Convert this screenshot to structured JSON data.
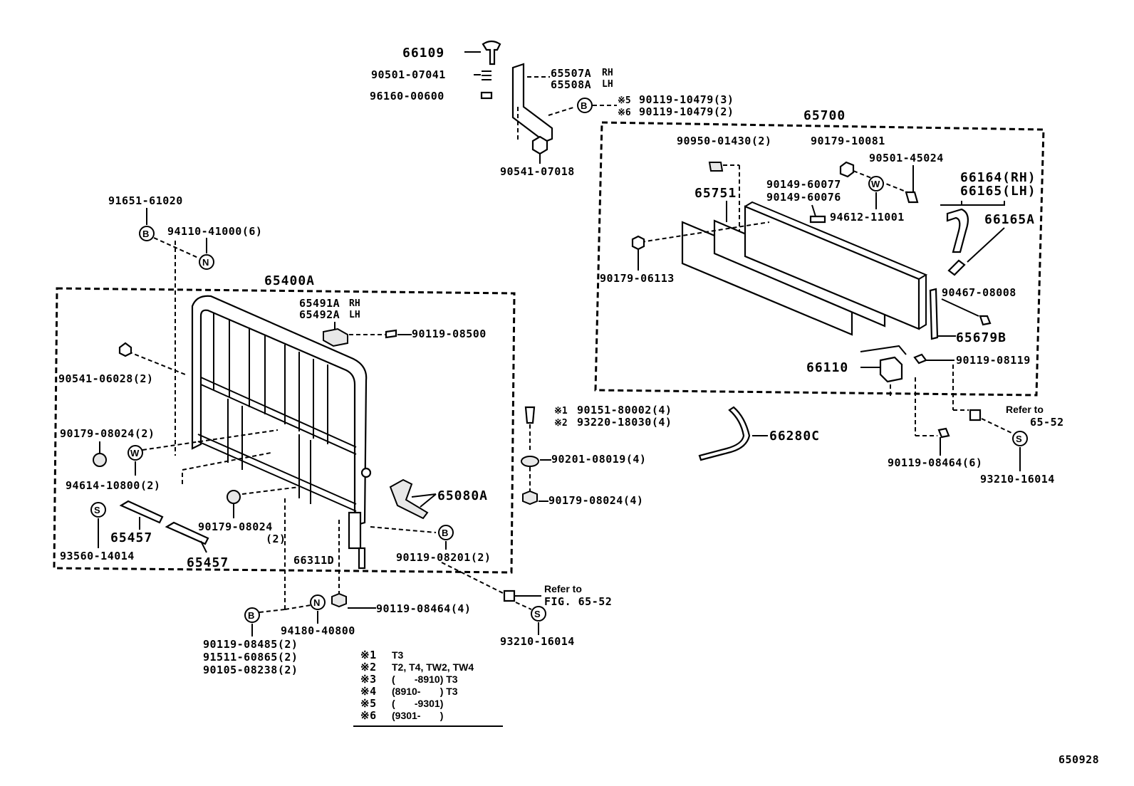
{
  "diagram_code": "650928",
  "top_assembly": {
    "p66109": "66109",
    "p90501_07041": "90501-07041",
    "p96160_00600": "96160-00600",
    "p65507": "65507A",
    "p65507_side": "RH",
    "p65508": "65508A",
    "p65508_side": "LH",
    "m5": "※5",
    "m6": "※6",
    "p90119_10479_a": "90119-10479(3)",
    "p90119_10479_b": "90119-10479(2)",
    "p90541_07018": "90541-07018",
    "sym_b": "B"
  },
  "tailgate": {
    "group": "65700",
    "p90950": "90950-01430(2)",
    "p90179_10081": "90179-10081",
    "p90501_45024": "90501-45024",
    "p65751": "65751",
    "p90149_60077": "90149-60077",
    "p90149_60076": "90149-60076",
    "p94612": "94612-11001",
    "p66164": "66164(RH)",
    "p66165": "66165(LH)",
    "p66165A": "66165A",
    "p90179_06113": "90179-06113",
    "p90467": "90467-08008",
    "p65679B": "65679B",
    "p66110": "66110",
    "p90119_08119": "90119-08119",
    "sym_w": "W",
    "refer": "Refer to",
    "refer_fig": "65-52",
    "p90119_08464_6": "90119-08464(6)",
    "p93210_16014": "93210-16014",
    "sym_s": "S"
  },
  "headboard": {
    "group": "65400A",
    "p91651": "91651-61020",
    "p94110": "94110-41000(6)",
    "sym_b": "B",
    "sym_n": "N",
    "p65491": "65491A",
    "p65491_side": "RH",
    "p65492": "65492A",
    "p65492_side": "LH",
    "p90119_08500": "90119-08500",
    "p90541_06028": "90541-06028(2)",
    "p90179_08024_2": "90179-08024(2)",
    "p94614": "94614-10800(2)",
    "sym_w": "W",
    "p90179_08024": "90179-08024",
    "p90179_08024_qty": "(2)",
    "p65457_a": "65457",
    "p65457_b": "65457",
    "p93560": "93560-14014",
    "sym_s": "S",
    "p65080A": "65080A",
    "p66311D": "66311D",
    "p90119_08201": "90119-08201(2)"
  },
  "middle": {
    "m1": "※1",
    "m2": "※2",
    "p90151": "90151-80002(4)",
    "p93220": "93220-18030(4)",
    "p90201": "90201-08019(4)",
    "p90179_08024_4": "90179-08024(4)",
    "p66280C": "66280C"
  },
  "bottom": {
    "p90119_08464_4": "90119-08464(4)",
    "refer": "Refer to",
    "refer_fig": "FIG. 65-52",
    "p93210_16014": "93210-16014",
    "p90119_08485": "90119-08485(2)",
    "p94180": "94180-40800",
    "p91511": "91511-60865(2)",
    "p90105": "90105-08238(2)",
    "sym_b": "B",
    "sym_n": "N",
    "sym_s": "S"
  },
  "legend": [
    {
      "mark": "※1",
      "text": "T3"
    },
    {
      "mark": "※2",
      "text": "T2, T4, TW2, TW4"
    },
    {
      "mark": "※3",
      "text": "(       -8910) T3"
    },
    {
      "mark": "※4",
      "text": "(8910-       ) T3"
    },
    {
      "mark": "※5",
      "text": "(       -9301)"
    },
    {
      "mark": "※6",
      "text": "(9301-       )"
    }
  ]
}
